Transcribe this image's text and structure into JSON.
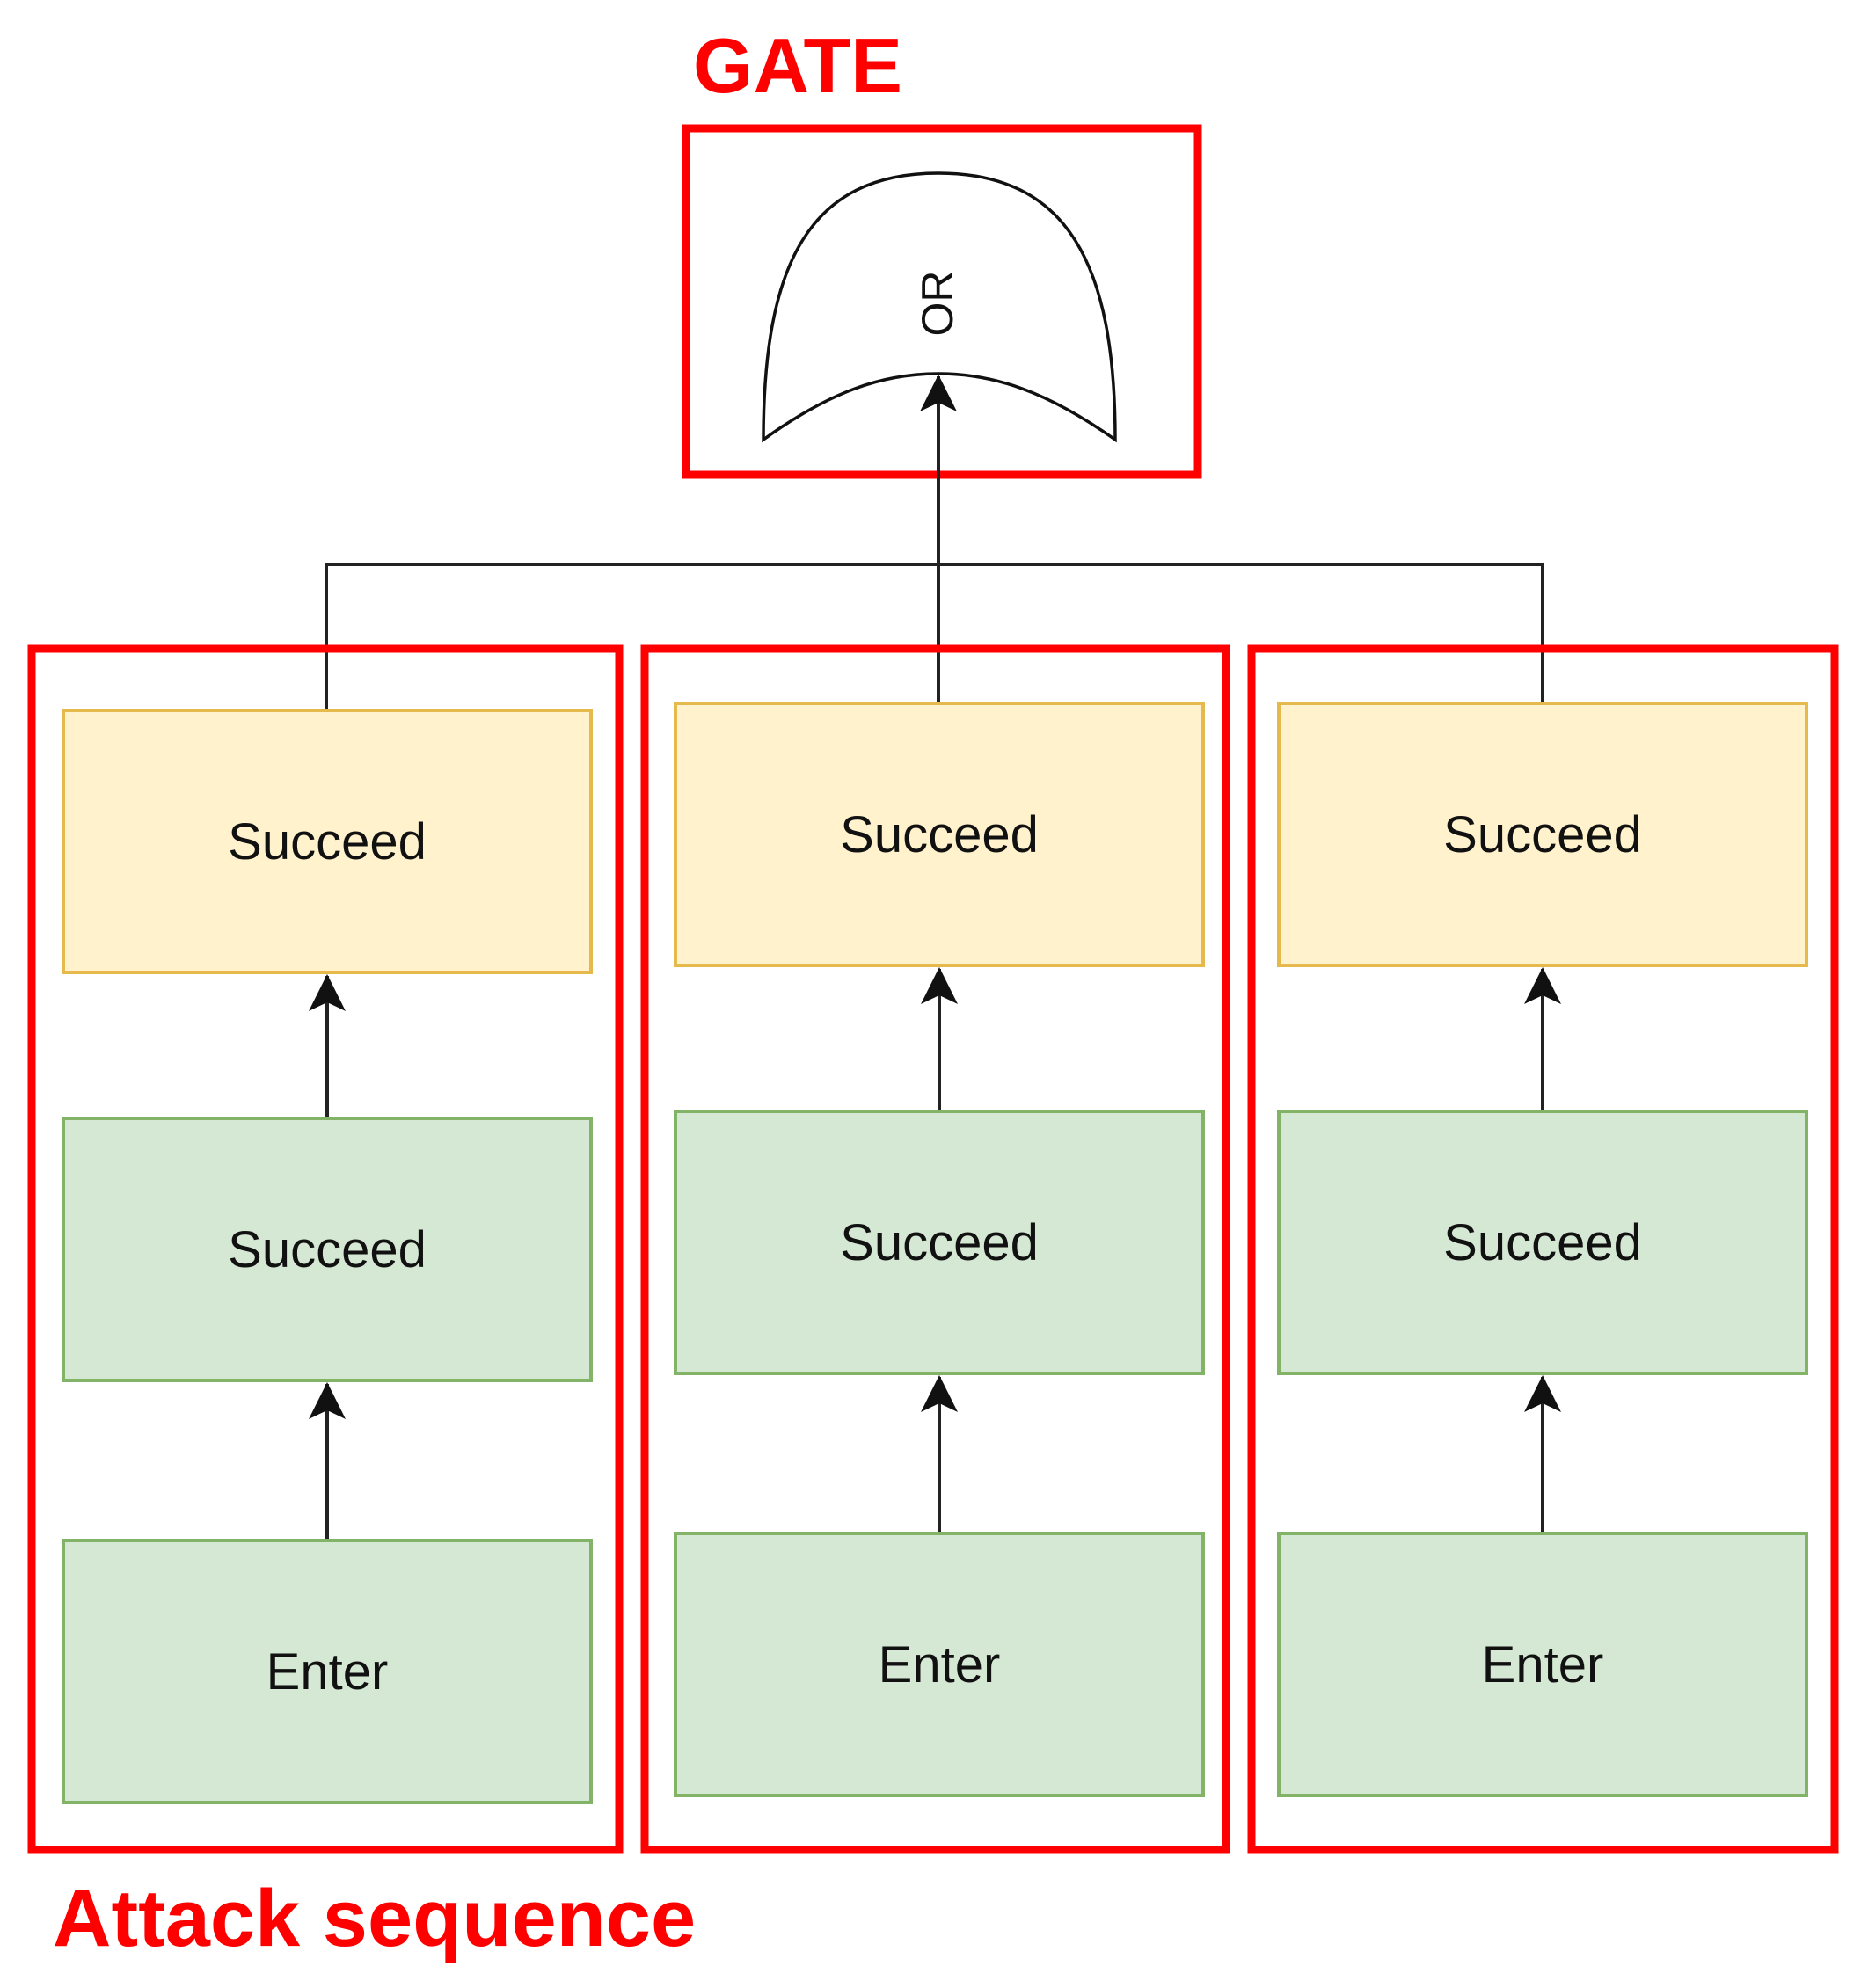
{
  "labels": {
    "gate": "GATE",
    "attack_sequence": "Attack sequence"
  },
  "gate": {
    "type": "OR",
    "label": "OR"
  },
  "sequences": [
    {
      "top": {
        "label": "Succeed",
        "kind": "goal"
      },
      "middle": {
        "label": "Succeed",
        "kind": "step"
      },
      "bottom": {
        "label": "Enter",
        "kind": "step"
      }
    },
    {
      "top": {
        "label": "Succeed",
        "kind": "goal"
      },
      "middle": {
        "label": "Succeed",
        "kind": "step"
      },
      "bottom": {
        "label": "Enter",
        "kind": "step"
      }
    },
    {
      "top": {
        "label": "Succeed",
        "kind": "goal"
      },
      "middle": {
        "label": "Succeed",
        "kind": "step"
      },
      "bottom": {
        "label": "Enter",
        "kind": "step"
      }
    }
  ],
  "colors": {
    "highlight_red": "#ff0000",
    "goal_fill": "#fff2cc",
    "goal_stroke": "#e6b94d",
    "step_fill": "#d5e8d4",
    "step_stroke": "#82b366",
    "edge": "#222222"
  }
}
